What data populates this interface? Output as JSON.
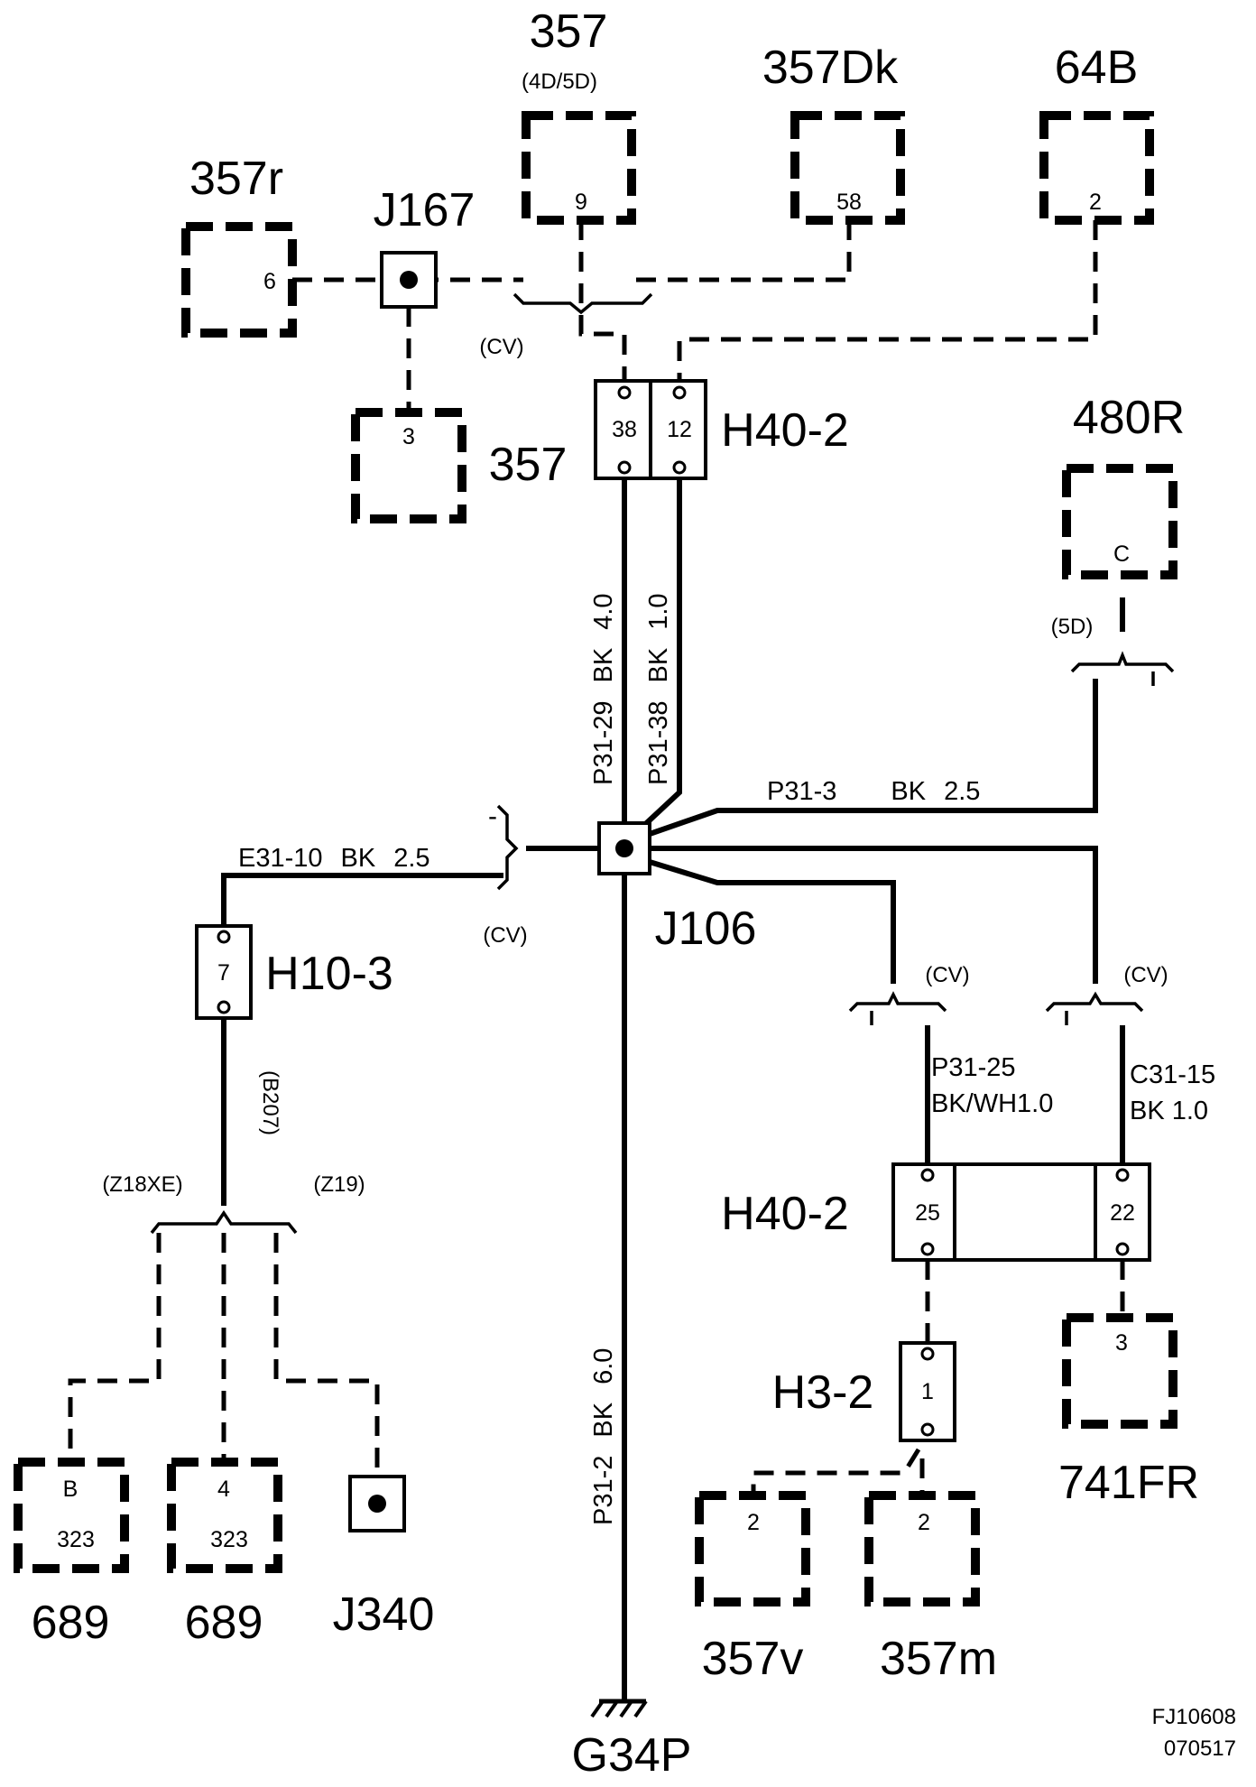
{
  "components": {
    "c357_top": {
      "name": "357",
      "note": "(4D/5D)",
      "pin": "9"
    },
    "c357dk": {
      "name": "357Dk",
      "pin": "58"
    },
    "c64b": {
      "name": "64B",
      "pin": "2"
    },
    "c357r": {
      "name": "357r",
      "pin": "6"
    },
    "c357_mid": {
      "name": "357",
      "pin": "3"
    },
    "c480r": {
      "name": "480R",
      "pin": "C",
      "note": "(5D)"
    },
    "c741fr": {
      "name": "741FR",
      "pin": "3"
    },
    "c357v": {
      "name": "357v",
      "pin": "2"
    },
    "c357m": {
      "name": "357m",
      "pin": "2"
    },
    "c689a": {
      "name": "689",
      "pin": "B",
      "sub": "323"
    },
    "c689b": {
      "name": "689",
      "pin": "4",
      "sub": "323"
    }
  },
  "splices": {
    "j167": "J167",
    "j106": "J106",
    "j340": "J340"
  },
  "connectors": {
    "h40_2_top": {
      "name": "H40-2",
      "pins": [
        "38",
        "12"
      ]
    },
    "h40_2_bottom": {
      "name": "H40-2",
      "pins": [
        "25",
        "22"
      ]
    },
    "h10_3": {
      "name": "H10-3",
      "pin": "7"
    },
    "h3_2": {
      "name": "H3-2",
      "pin": "1"
    }
  },
  "ground": "G34P",
  "wires": {
    "p31_29": [
      "P31-29",
      "BK",
      "4.0"
    ],
    "p31_38": [
      "P31-38",
      "BK",
      "1.0"
    ],
    "p31_3": [
      "P31-3",
      "BK",
      "2.5"
    ],
    "e31_10": [
      "E31-10",
      "BK",
      "2.5"
    ],
    "p31_2": [
      "P31-2",
      "BK",
      "6.0"
    ],
    "p31_25": {
      "line1": "P31-25",
      "line2": "BK/WH1.0"
    },
    "c31_15": {
      "line1": "C31-15",
      "line2": "BK 1.0"
    }
  },
  "options": {
    "cv": "(CV)",
    "z18xe": "(Z18XE)",
    "b207": "(B207)",
    "z19": "(Z19)",
    "minus": "-"
  },
  "figure_id": {
    "line1": "FJ10608",
    "line2": "070517"
  }
}
